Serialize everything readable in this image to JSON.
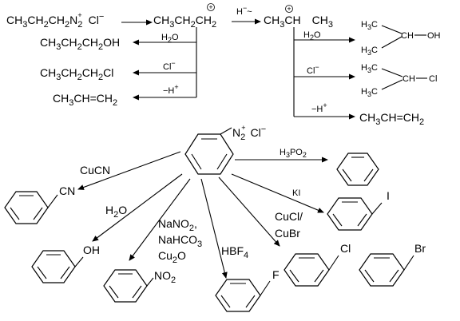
{
  "top": {
    "diazonium": "CH3CH2CH2N2+ Cl⁻",
    "primary_cation": "CH3CH2CH2+",
    "hydride_shift": "H⁻~",
    "secondary_cation": "CH3CH CH3",
    "h2o": "H2O",
    "cl": "Cl⁻",
    "minus_h": "–H+",
    "propanol": "CH3CH2CH2OH",
    "chloropropane": "CH3CH2CH2Cl",
    "propene": "CH3CH=CH2",
    "isopropanol": "H3C CH OH H3C",
    "isopropyl_chloride": "H3C CH Cl H3C",
    "propene2": "CH3CH=CH2"
  },
  "bottom": {
    "diazonium": "N2+Cl⁻",
    "cucn": "CuCN",
    "cn_product": "CN",
    "h2o": "H2O",
    "oh_product": "OH",
    "nano2": "NaNO2, NaHCO3 Cu2O",
    "no2_product": "NO2",
    "hbf4": "HBF4",
    "f_product": "F",
    "cucl": "CuCl/ CuBr",
    "cl_product": "Cl",
    "br_product": "Br",
    "ki": "KI",
    "i_product": "I",
    "h3po2": "H3PO2"
  }
}
